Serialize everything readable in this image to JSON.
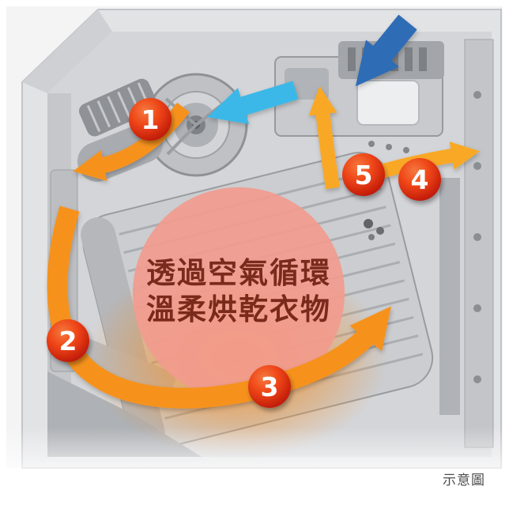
{
  "caption": "示意圖",
  "center_label": {
    "line1": "透過空氣循環",
    "line2": "溫柔烘乾衣物"
  },
  "steps": [
    {
      "label": "1"
    },
    {
      "label": "2"
    },
    {
      "label": "3"
    },
    {
      "label": "4"
    },
    {
      "label": "5"
    }
  ],
  "colors": {
    "arrow_orange": "#F6921E",
    "arrow_orange_light": "#F9A826",
    "arrow_cyan": "#3BB8E8",
    "arrow_blue": "#2E6CB5",
    "badge_top": "#F5793F",
    "badge_mid": "#EE4315",
    "badge_dark": "#B5120B",
    "pink_circle": "#F29B8E",
    "center_text": "#7A2A1B",
    "caption_text": "#4D4D4D"
  }
}
